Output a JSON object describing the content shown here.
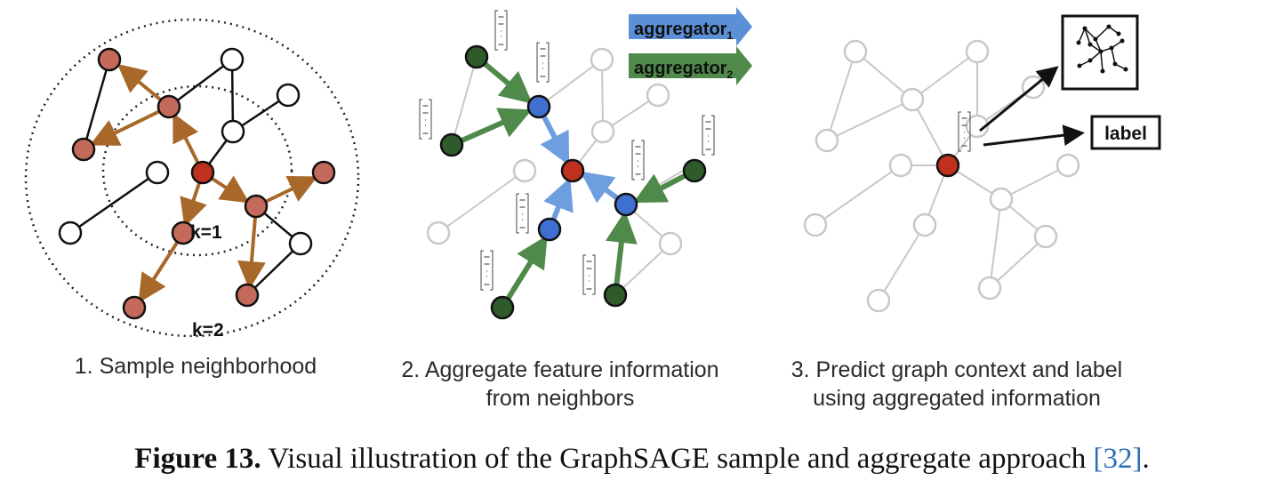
{
  "panels": [
    {
      "caption_lines": [
        "1. Sample neighborhood"
      ],
      "ring_labels": [
        "k=1",
        "k=2"
      ]
    },
    {
      "caption_lines": [
        "2. Aggregate feature information",
        "from neighbors"
      ],
      "aggregators": [
        {
          "name": "aggregator",
          "sub": "1",
          "color": "#5b8fd6"
        },
        {
          "name": "aggregator",
          "sub": "2",
          "color": "#4f8a4a"
        }
      ]
    },
    {
      "caption_lines": [
        "3. Predict graph context and label",
        "using aggregated information"
      ],
      "output_label": "label"
    }
  ],
  "colors": {
    "target_node": "#c0301e",
    "sampled_node": "#c46a5a",
    "sample_edge": "#a8682a",
    "hop1_node": "#3f6fd0",
    "hop2_node": "#2f5a2a",
    "hop1_edge": "#6f9ee0",
    "hop2_edge": "#4f8a4a",
    "faded": "#c8c8c8"
  },
  "caption": {
    "label": "Figure 13.",
    "text": " Visual illustration of the GraphSAGE sample and aggregate approach ",
    "cite": "[32]",
    "end": "."
  }
}
